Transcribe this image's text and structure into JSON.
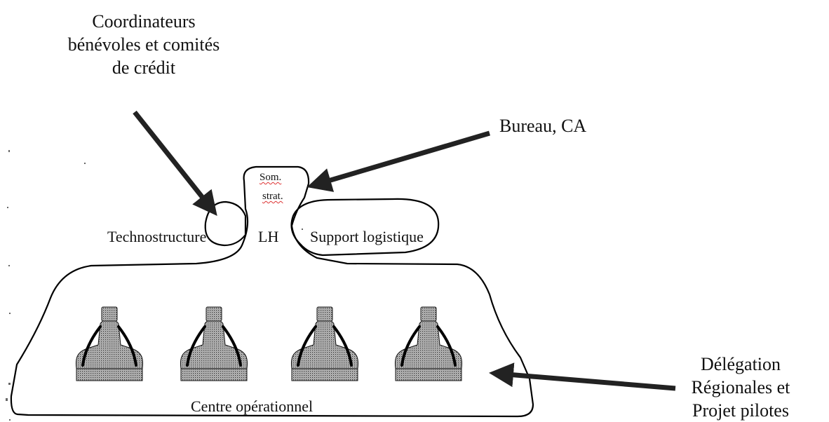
{
  "annotations": {
    "coordinators": "Coordinateurs\nbénévoles et comités\nde crédit",
    "board": "Bureau, CA",
    "delegation": "Délégation\nRégionales et\nProjet pilotes"
  },
  "parts": {
    "apex_line1": "Som.",
    "apex_line2": "strat.",
    "technostructure": "Technostructure",
    "middle_line": "LH",
    "support": "Support logistique",
    "operating_core": "Centre opérationnel"
  },
  "operating_units": [
    "unit-1",
    "unit-2",
    "unit-3",
    "unit-4"
  ],
  "colors": {
    "outline": "#000000",
    "arrow": "#222222",
    "unit_fill": "#9a9a9a"
  }
}
